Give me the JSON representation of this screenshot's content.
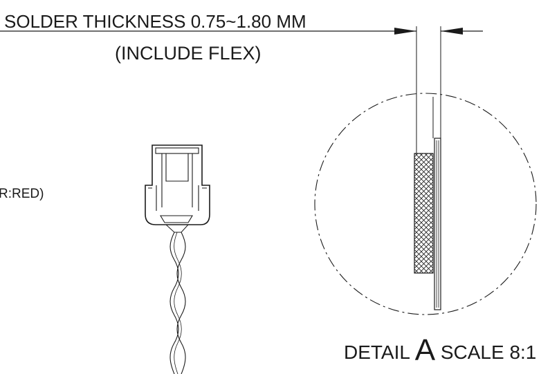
{
  "dimension": {
    "text": "SOLDER THICKNESS 0.75~1.80 MM",
    "subtext": "(INCLUDE FLEX)"
  },
  "wire_label": {
    "text": "R:RED)"
  },
  "detail": {
    "prefix": "DETAIL",
    "letter": "A",
    "scale": "SCALE 8:1"
  },
  "colors": {
    "ink": "#1a1a1a",
    "background": "#ffffff"
  }
}
